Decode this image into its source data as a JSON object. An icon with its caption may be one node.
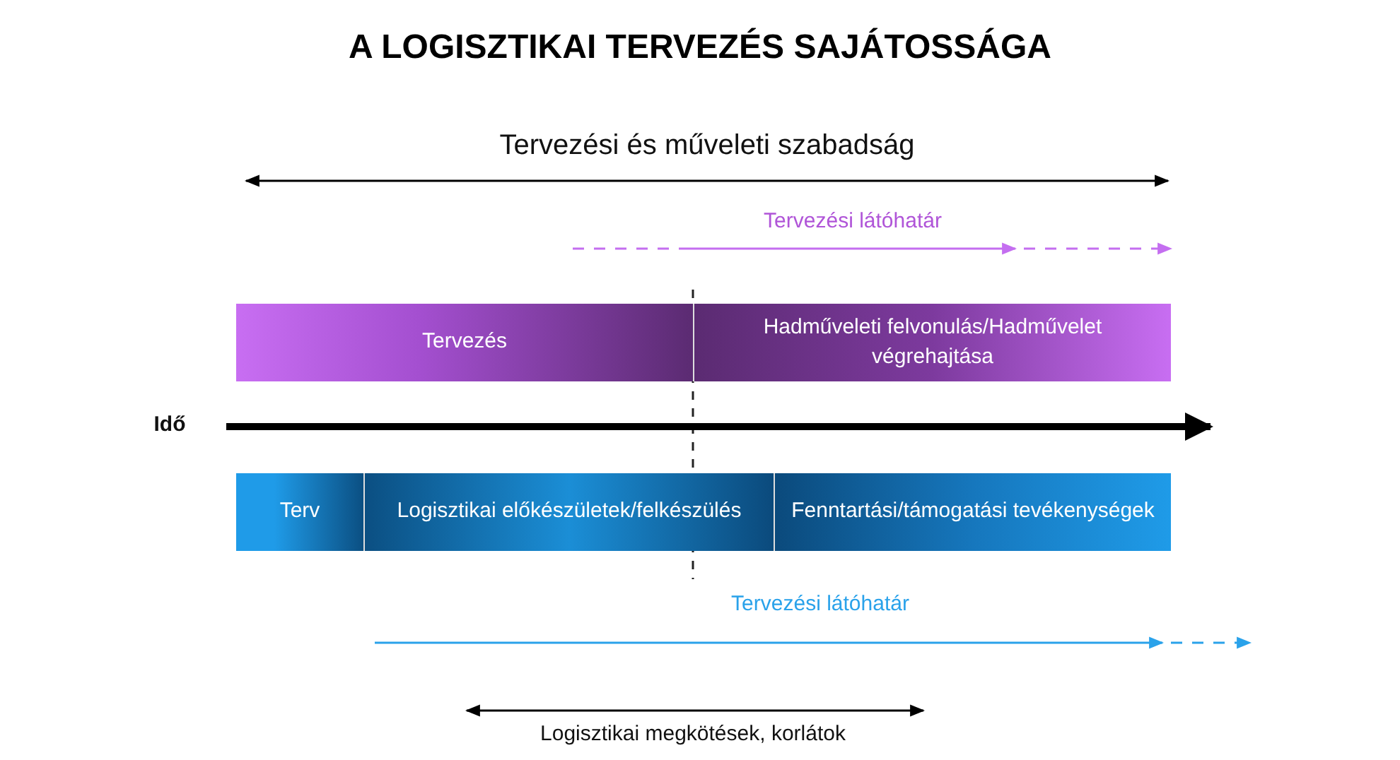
{
  "diagram": {
    "title": "A LOGISZTIKAI TERVEZÉS SAJÁTOSSÁGA",
    "nodes": [
      {
        "text": [
          "Tervezés"
        ]
      },
      {
        "text": [
          "Hadműveleti felvonulás/Hadművelet végrehajtása"
        ]
      },
      {
        "text": [
          "Terv"
        ]
      },
      {
        "text": [
          "Logisztikai előkészületek/felkészülés"
        ]
      },
      {
        "text": [
          "Fenntartási/támogatási tevékenységek"
        ]
      }
    ],
    "labels": [
      "Tervezési és műveleti szabadság",
      "Tervezési látóhatár",
      "Idő",
      "Tervezési látóhatár",
      "Logisztikai megkötések, korlátok"
    ]
  }
}
